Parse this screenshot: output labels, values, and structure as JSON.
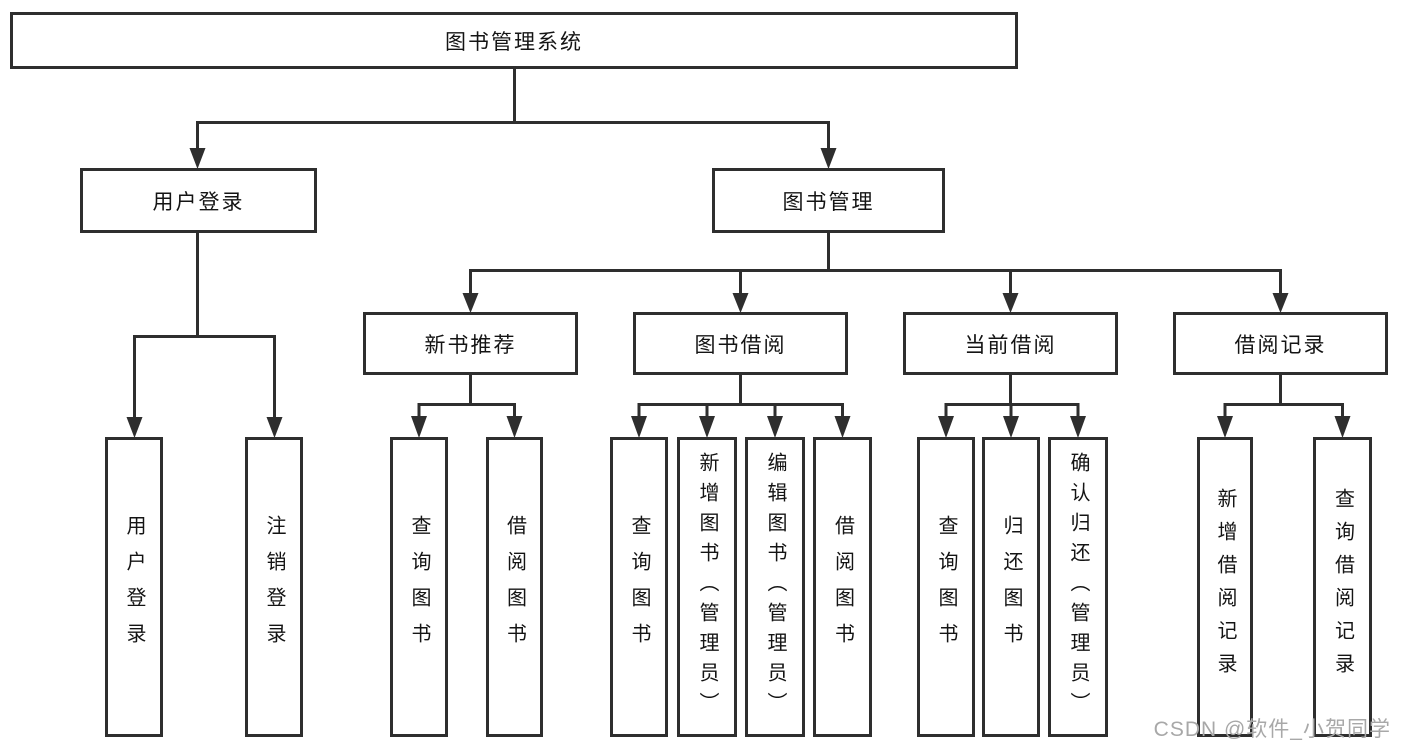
{
  "nodes": {
    "root": {
      "label": "图书管理系统"
    },
    "level2": [
      {
        "label": "用户登录"
      },
      {
        "label": "图书管理"
      }
    ],
    "level3": [
      {
        "label": "新书推荐",
        "parent": "图书管理"
      },
      {
        "label": "图书借阅",
        "parent": "图书管理"
      },
      {
        "label": "当前借阅",
        "parent": "图书管理"
      },
      {
        "label": "借阅记录",
        "parent": "图书管理"
      }
    ],
    "leaves": [
      {
        "label": "用户登录",
        "parent": "用户登录"
      },
      {
        "label": "注销登录",
        "parent": "用户登录"
      },
      {
        "label": "查询图书",
        "parent": "新书推荐"
      },
      {
        "label": "借阅图书",
        "parent": "新书推荐"
      },
      {
        "label": "查询图书",
        "parent": "图书借阅"
      },
      {
        "label": "新增图书（管理员）",
        "parent": "图书借阅"
      },
      {
        "label": "编辑图书（管理员）",
        "parent": "图书借阅"
      },
      {
        "label": "借阅图书",
        "parent": "图书借阅"
      },
      {
        "label": "查询图书",
        "parent": "当前借阅"
      },
      {
        "label": "归还图书",
        "parent": "当前借阅"
      },
      {
        "label": "确认归还（管理员）",
        "parent": "当前借阅"
      },
      {
        "label": "新增借阅记录",
        "parent": "借阅记录"
      },
      {
        "label": "查询借阅记录",
        "parent": "借阅记录"
      }
    ]
  },
  "watermark": {
    "text": "CSDN @软件_小贺同学"
  },
  "colors": {
    "line": "#2e2e2e",
    "text": "#141414",
    "background": "#ffffff",
    "watermark": "#a8a8a8"
  }
}
